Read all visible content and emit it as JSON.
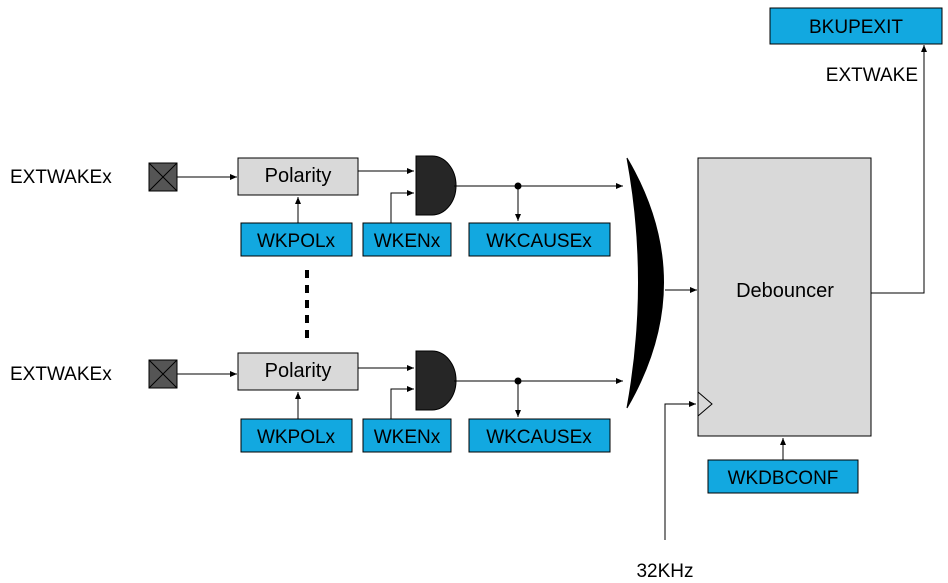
{
  "colors": {
    "register_fill": "#12a8e0",
    "block_fill": "#d9d9d9",
    "gate_fill": "#262626",
    "pad_fill": "#555555"
  },
  "inputs": [
    {
      "pin_label": "EXTWAKEx",
      "polarity_label": "Polarity",
      "wkpol_label": "WKPOLx",
      "wken_label": "WKENx",
      "wkcause_label": "WKCAUSEx"
    },
    {
      "pin_label": "EXTWAKEx",
      "polarity_label": "Polarity",
      "wkpol_label": "WKPOLx",
      "wken_label": "WKENx",
      "wkcause_label": "WKCAUSEx"
    }
  ],
  "debouncer": {
    "label": "Debouncer",
    "config_label": "WKDBCONF",
    "clock_label": "32KHz"
  },
  "output": {
    "signal_label": "EXTWAKE",
    "target_label": "BKUPEXIT"
  }
}
